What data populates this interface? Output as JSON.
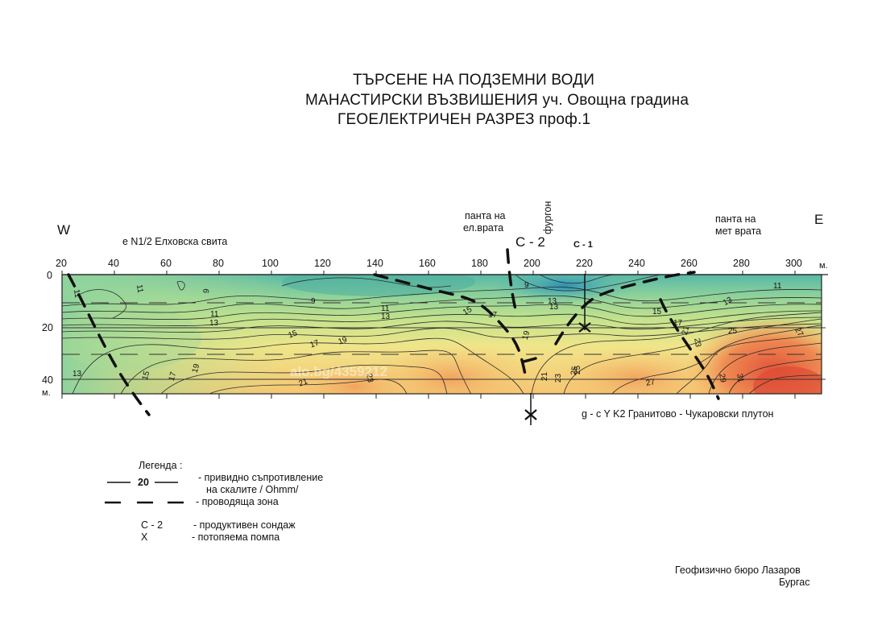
{
  "title": {
    "line1": "ТЪРСЕНЕ НА ПОДЗЕМНИ  ВОДИ",
    "line2": "МАНАСТИРСКИ ВЪЗВИШЕНИЯ уч. Овощна  градина",
    "line3": "ГЕОЕЛЕКТРИЧЕН  РАЗРЕЗ   проф.1"
  },
  "direction": {
    "west": "W",
    "east": "E"
  },
  "formation_top": "e N1/2 Елховска свита",
  "formation_bottom": "g - c  Y  K2  Гранитово - Чукаровски  плутон",
  "landmarks": {
    "gate1_l1": "панта на",
    "gate1_l2": "ел.врата",
    "gate2_l1": "панта на",
    "gate2_l2": "мет врата",
    "van": "фургон",
    "c1": "С - 1",
    "c2": "С - 2"
  },
  "x_axis": {
    "ticks": [
      "20",
      "40",
      "60",
      "80",
      "100",
      "120",
      "140",
      "160",
      "180",
      "200",
      "220",
      "240",
      "260",
      "280",
      "300"
    ],
    "unit": "м."
  },
  "y_axis": {
    "ticks": [
      "0",
      "20",
      "40"
    ],
    "unit": "м."
  },
  "contour_labels": [
    "11",
    "11",
    "9",
    "9",
    "11",
    "13",
    "11",
    "13",
    "15",
    "17",
    "19",
    "21",
    "23",
    "25",
    "27",
    "29",
    "31",
    "15",
    "17",
    "19",
    "21",
    "23",
    "25",
    "27",
    "13",
    "15",
    "17",
    "19",
    "13",
    "15",
    "17",
    "9",
    "11",
    "13",
    "13",
    "21",
    "23",
    "25"
  ],
  "watermark": "alo.bg/4359212",
  "legend": {
    "heading": "Легенда :",
    "resistivity_value": "20",
    "resistivity_l1": "-  привидно съпротивление",
    "resistivity_l2": "на скалите / Ohmm/",
    "conductive": "-  проводяща  зона",
    "well_symbol": "С - 2",
    "well_text": "-  продуктивен сондаж",
    "pump_symbol": "Х",
    "pump_text": "-  потопяема помпа"
  },
  "credit": {
    "line1": "Геофизично  бюро  Лазаров",
    "line2": "Бургас"
  },
  "colors": {
    "low": "#2e9fb5",
    "mid_low": "#8fd29a",
    "mid": "#f2e88a",
    "mid_high": "#f5b464",
    "high": "#e2543a"
  }
}
